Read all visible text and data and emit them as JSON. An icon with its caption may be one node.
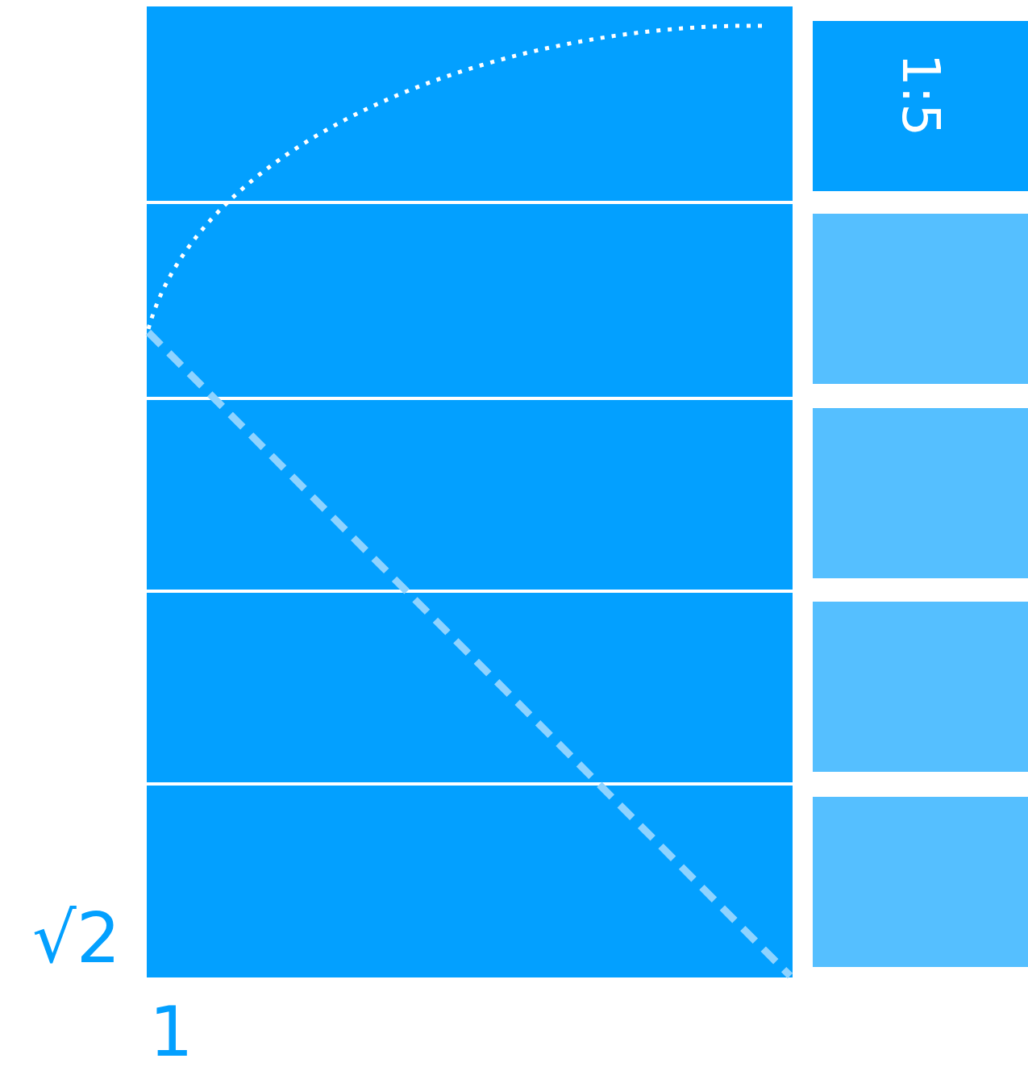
{
  "diagram": {
    "nodes": [
      {
        "text": [
          "1:5"
        ]
      },
      {
        "text": [],
        "shape": "box"
      },
      {
        "text": [],
        "shape": "box"
      },
      {
        "text": [],
        "shape": "box"
      },
      {
        "text": [],
        "shape": "box"
      }
    ],
    "labels": [
      "√2",
      "1"
    ]
  }
}
